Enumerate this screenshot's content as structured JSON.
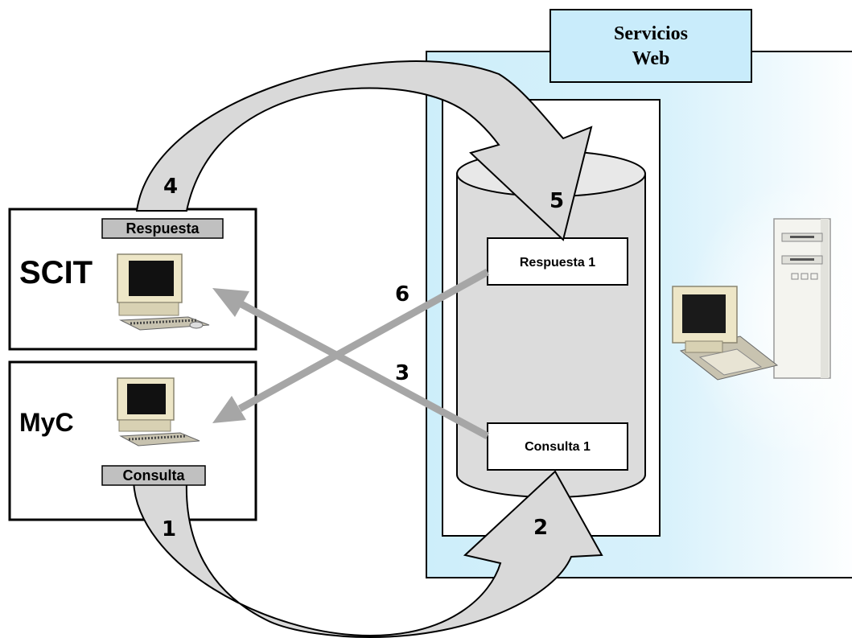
{
  "services": {
    "title_line1": "Servicios",
    "title_line2": "Web"
  },
  "clients": {
    "scit": {
      "name": "SCIT",
      "tag": "Respuesta"
    },
    "myc": {
      "name": "MyC",
      "tag": "Consulta"
    }
  },
  "database": {
    "record_response": "Respuesta 1",
    "record_query": "Consulta 1"
  },
  "steps": {
    "s1": "1",
    "s2": "2",
    "s3": "3",
    "s4": "4",
    "s5": "5",
    "s6": "6"
  },
  "colors": {
    "services_fill": "#cdeefa",
    "services_fill_light": "#ffffff",
    "title_fill": "#c9ecfb",
    "arrow_fill": "#d9d9d9",
    "line_arrow": "#a6a6a6",
    "cylinder": "#dcdcdc"
  }
}
